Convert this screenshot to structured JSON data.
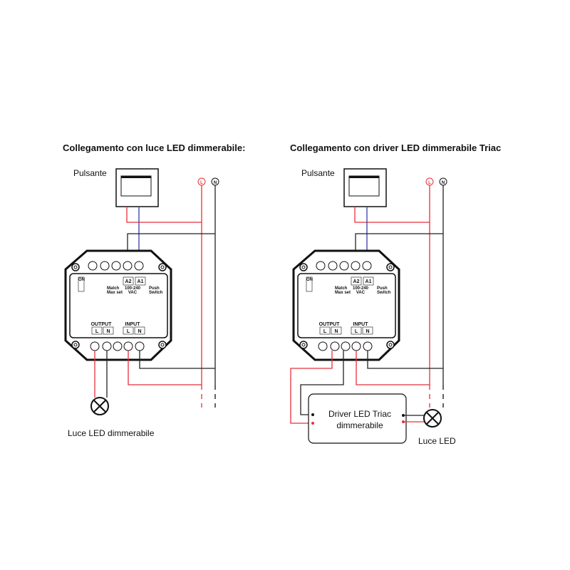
{
  "colors": {
    "live": "#e8303a",
    "neutral": "#222222",
    "control": "#3a3aa8"
  },
  "panels": [
    {
      "title": "Collegamento con luce LED dimmerabile:",
      "switch_label": "Pulsante",
      "line_label": "L",
      "neutral_label": "N",
      "load_label": "Luce LED dimmerabile"
    },
    {
      "title": "Collegamento con driver LED dimmerabile Triac",
      "switch_label": "Pulsante",
      "line_label": "L",
      "neutral_label": "N",
      "load_label": "Luce LED",
      "driver_label_1": "Driver LED Triac",
      "driver_label_2": "dimmerabile"
    }
  ],
  "device": {
    "on": "ON",
    "match": "Match",
    "max_set": "Max set",
    "a2": "A2",
    "a1": "A1",
    "voltage_1": "100-240",
    "voltage_2": "VAC",
    "push": "Push",
    "switch": "Switch",
    "output": "OUTPUT",
    "input": "INPUT",
    "l": "L",
    "n": "N"
  }
}
